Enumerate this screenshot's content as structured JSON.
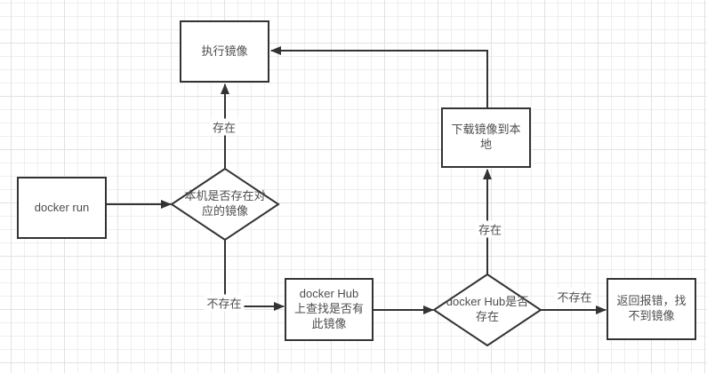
{
  "diagram": {
    "nodes": {
      "run": {
        "label": "docker run"
      },
      "exec": {
        "label": "执行镜像"
      },
      "local_check": {
        "label": "本机是否存在对\n应的镜像"
      },
      "hub_search": {
        "label": "docker Hub\n上查找是否有\n此镜像"
      },
      "hub_check": {
        "label": "docker Hub是否\n存在"
      },
      "download": {
        "label": "下载镜像到本\n地"
      },
      "error": {
        "label": "返回报错，找\n不到镜像"
      }
    },
    "edge_labels": {
      "local_exists": "存在",
      "local_not_exists": "不存在",
      "hub_exists": "存在",
      "hub_not_exists": "不存在"
    },
    "colors": {
      "stroke": "#333333",
      "text": "#4d4d4d",
      "background": "#ffffff",
      "grid_minor": "#efeff2",
      "grid_major": "#e2e2e7"
    }
  }
}
